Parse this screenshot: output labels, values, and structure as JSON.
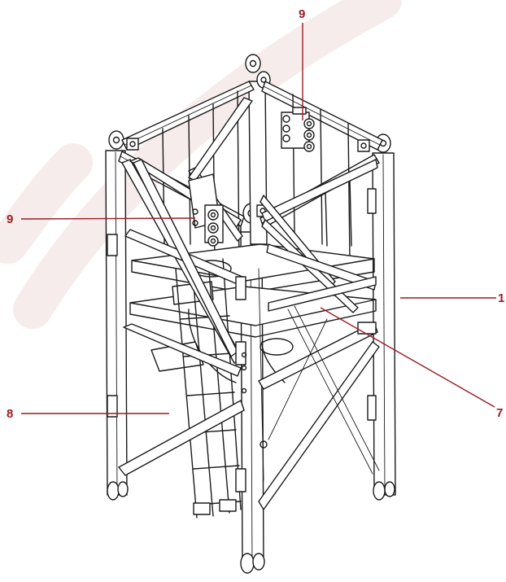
{
  "colors": {
    "callout": "#9b1c24",
    "line_art": "#1a1a1a",
    "background": "#ffffff",
    "watermark": "#f1dcdc"
  },
  "callouts": [
    {
      "id": "9-top",
      "label": "9"
    },
    {
      "id": "9-left",
      "label": "9"
    },
    {
      "id": "1",
      "label": "1"
    },
    {
      "id": "7",
      "label": "7"
    },
    {
      "id": "8",
      "label": "8"
    }
  ]
}
